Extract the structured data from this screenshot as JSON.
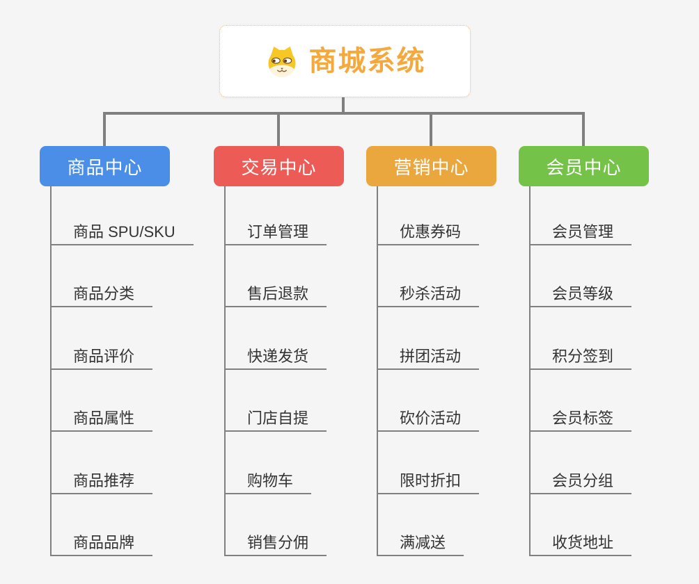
{
  "root": {
    "title": "商城系统",
    "icon": "dog-face-icon"
  },
  "colors": {
    "background": "#F5F5F5",
    "connector": "#7F7F7F",
    "root_text": "#F5A93C",
    "root_border": "#F2BA5E",
    "leaf_text": "#333333",
    "branch_product": "#4A8EE8",
    "branch_trade": "#EC5B55",
    "branch_marketing": "#E9A73E",
    "branch_member": "#74C247"
  },
  "branches": [
    {
      "label": "商品中心",
      "color": "#4A8EE8",
      "children": [
        "商品 SPU/SKU",
        "商品分类",
        "商品评价",
        "商品属性",
        "商品推荐",
        "商品品牌"
      ]
    },
    {
      "label": "交易中心",
      "color": "#EC5B55",
      "children": [
        "订单管理",
        "售后退款",
        "快递发货",
        "门店自提",
        "购物车",
        "销售分佣"
      ]
    },
    {
      "label": "营销中心",
      "color": "#E9A73E",
      "children": [
        "优惠券码",
        "秒杀活动",
        "拼团活动",
        "砍价活动",
        "限时折扣",
        "满减送"
      ]
    },
    {
      "label": "会员中心",
      "color": "#74C247",
      "children": [
        "会员管理",
        "会员等级",
        "积分签到",
        "会员标签",
        "会员分组",
        "收货地址"
      ]
    }
  ]
}
